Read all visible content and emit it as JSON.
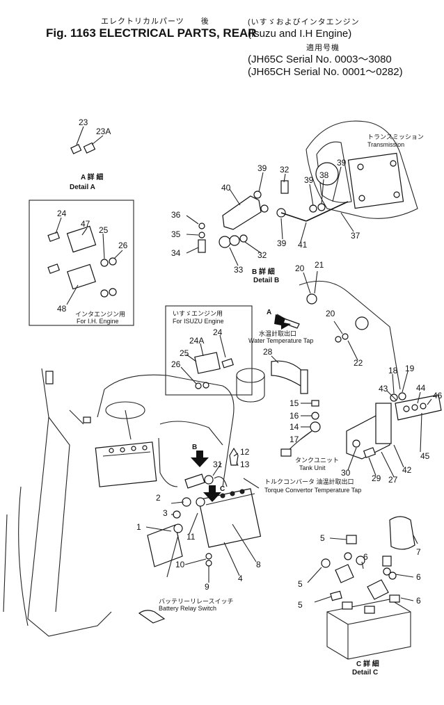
{
  "header": {
    "jp_title": "エレクトリカルパーツ　　後",
    "fig_title": "Fig. 1163 ELECTRICAL PARTS, REAR",
    "jp_engine": "(いすゞおよびインタエンジン",
    "engine": "(Isuzu and I.H Engine)",
    "jp_serial": "適用号機",
    "serial_1": "(JH65C   Serial No. 0003～3080",
    "serial_2": "(JH65CH  Serial No. 0001～0282)"
  },
  "captions": {
    "detail_a_jp": "A 詳 細",
    "detail_a": "Detail A",
    "detail_b_jp": "B 詳 細",
    "detail_b": "Detail B",
    "detail_c_jp": "C 詳 細",
    "detail_c": "Detail C",
    "transmission_jp": "トランスミッション",
    "transmission": "Transmission",
    "ih_engine_jp": "インタエンジン用",
    "ih_engine": "For I.H. Engine",
    "isuzu_engine_jp": "いすゞエンジン用",
    "isuzu_engine": "For ISUZU Engine",
    "water_temp_jp": "水温計取出口",
    "water_temp": "Water Temperature Tap",
    "tank_unit_jp": "タンクユニット",
    "tank_unit": "Tank Unit",
    "torque_jp": "トルクコンバータ 油温計取出口",
    "torque": "Torque Convertor Temperature Tap",
    "battery_relay_jp": "バッテリーリレースイッチ",
    "battery_relay": "Battery Relay Switch",
    "arrow_a": "A",
    "arrow_b": "B",
    "arrow_c": "C"
  },
  "callouts": [
    {
      "label": "23"
    },
    {
      "label": "23A"
    },
    {
      "label": "24"
    },
    {
      "label": "47"
    },
    {
      "label": "25"
    },
    {
      "label": "26"
    },
    {
      "label": "48"
    },
    {
      "label": "39"
    },
    {
      "label": "32"
    },
    {
      "label": "39"
    },
    {
      "label": "38"
    },
    {
      "label": "39"
    },
    {
      "label": "40"
    },
    {
      "label": "36"
    },
    {
      "label": "35"
    },
    {
      "label": "34"
    },
    {
      "label": "33"
    },
    {
      "label": "32"
    },
    {
      "label": "39"
    },
    {
      "label": "41"
    },
    {
      "label": "37"
    },
    {
      "label": "20"
    },
    {
      "label": "21"
    },
    {
      "label": "20"
    },
    {
      "label": "22"
    },
    {
      "label": "24"
    },
    {
      "label": "24A"
    },
    {
      "label": "25"
    },
    {
      "label": "26"
    },
    {
      "label": "28"
    },
    {
      "label": "15"
    },
    {
      "label": "16"
    },
    {
      "label": "14"
    },
    {
      "label": "17"
    },
    {
      "label": "18"
    },
    {
      "label": "19"
    },
    {
      "label": "43"
    },
    {
      "label": "44"
    },
    {
      "label": "46"
    },
    {
      "label": "45"
    },
    {
      "label": "42"
    },
    {
      "label": "27"
    },
    {
      "label": "29"
    },
    {
      "label": "30"
    },
    {
      "label": "12"
    },
    {
      "label": "13"
    },
    {
      "label": "31"
    },
    {
      "label": "11"
    },
    {
      "label": "2"
    },
    {
      "label": "3"
    },
    {
      "label": "1"
    },
    {
      "label": "10"
    },
    {
      "label": "9"
    },
    {
      "label": "8"
    },
    {
      "label": "4"
    },
    {
      "label": "5"
    },
    {
      "label": "6"
    },
    {
      "label": "7"
    },
    {
      "label": "5"
    },
    {
      "label": "6"
    },
    {
      "label": "5"
    },
    {
      "label": "6"
    }
  ]
}
